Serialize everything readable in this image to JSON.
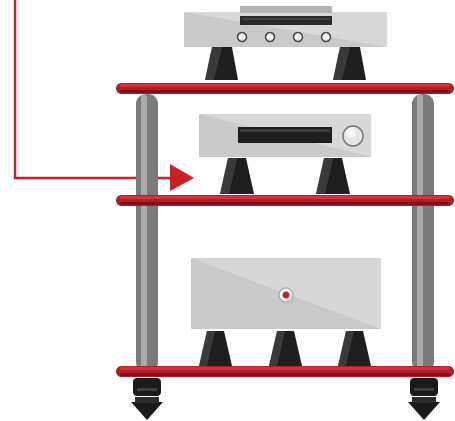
{
  "colors": {
    "background": "#ffffff",
    "shelf": "#b01e2a",
    "shelf_highlight": "#d0343f",
    "shelf_shadow": "#7e121b",
    "pointer_line": "#c8202b",
    "post": "#7a7a7a",
    "post_highlight": "#a9a9a9",
    "device_body": "#c9c9c9",
    "device_face": "#d9d9d9",
    "cone": "#1e1e1e",
    "foot": "#1a1a1a",
    "power_led": "#c8202b"
  },
  "shelves": 3,
  "devices": [
    {
      "name": "cd-player",
      "buttons": 4,
      "display": true,
      "cones": 2
    },
    {
      "name": "integrated-amplifier",
      "knob": true,
      "display": true,
      "cones": 2
    },
    {
      "name": "power-amplifier",
      "power_led": true,
      "cones": 3
    }
  ],
  "icons": [
    "rack-icon",
    "cd-player-icon",
    "amplifier-icon",
    "power-amplifier-icon",
    "cone-foot-icon",
    "arrow-icon"
  ]
}
